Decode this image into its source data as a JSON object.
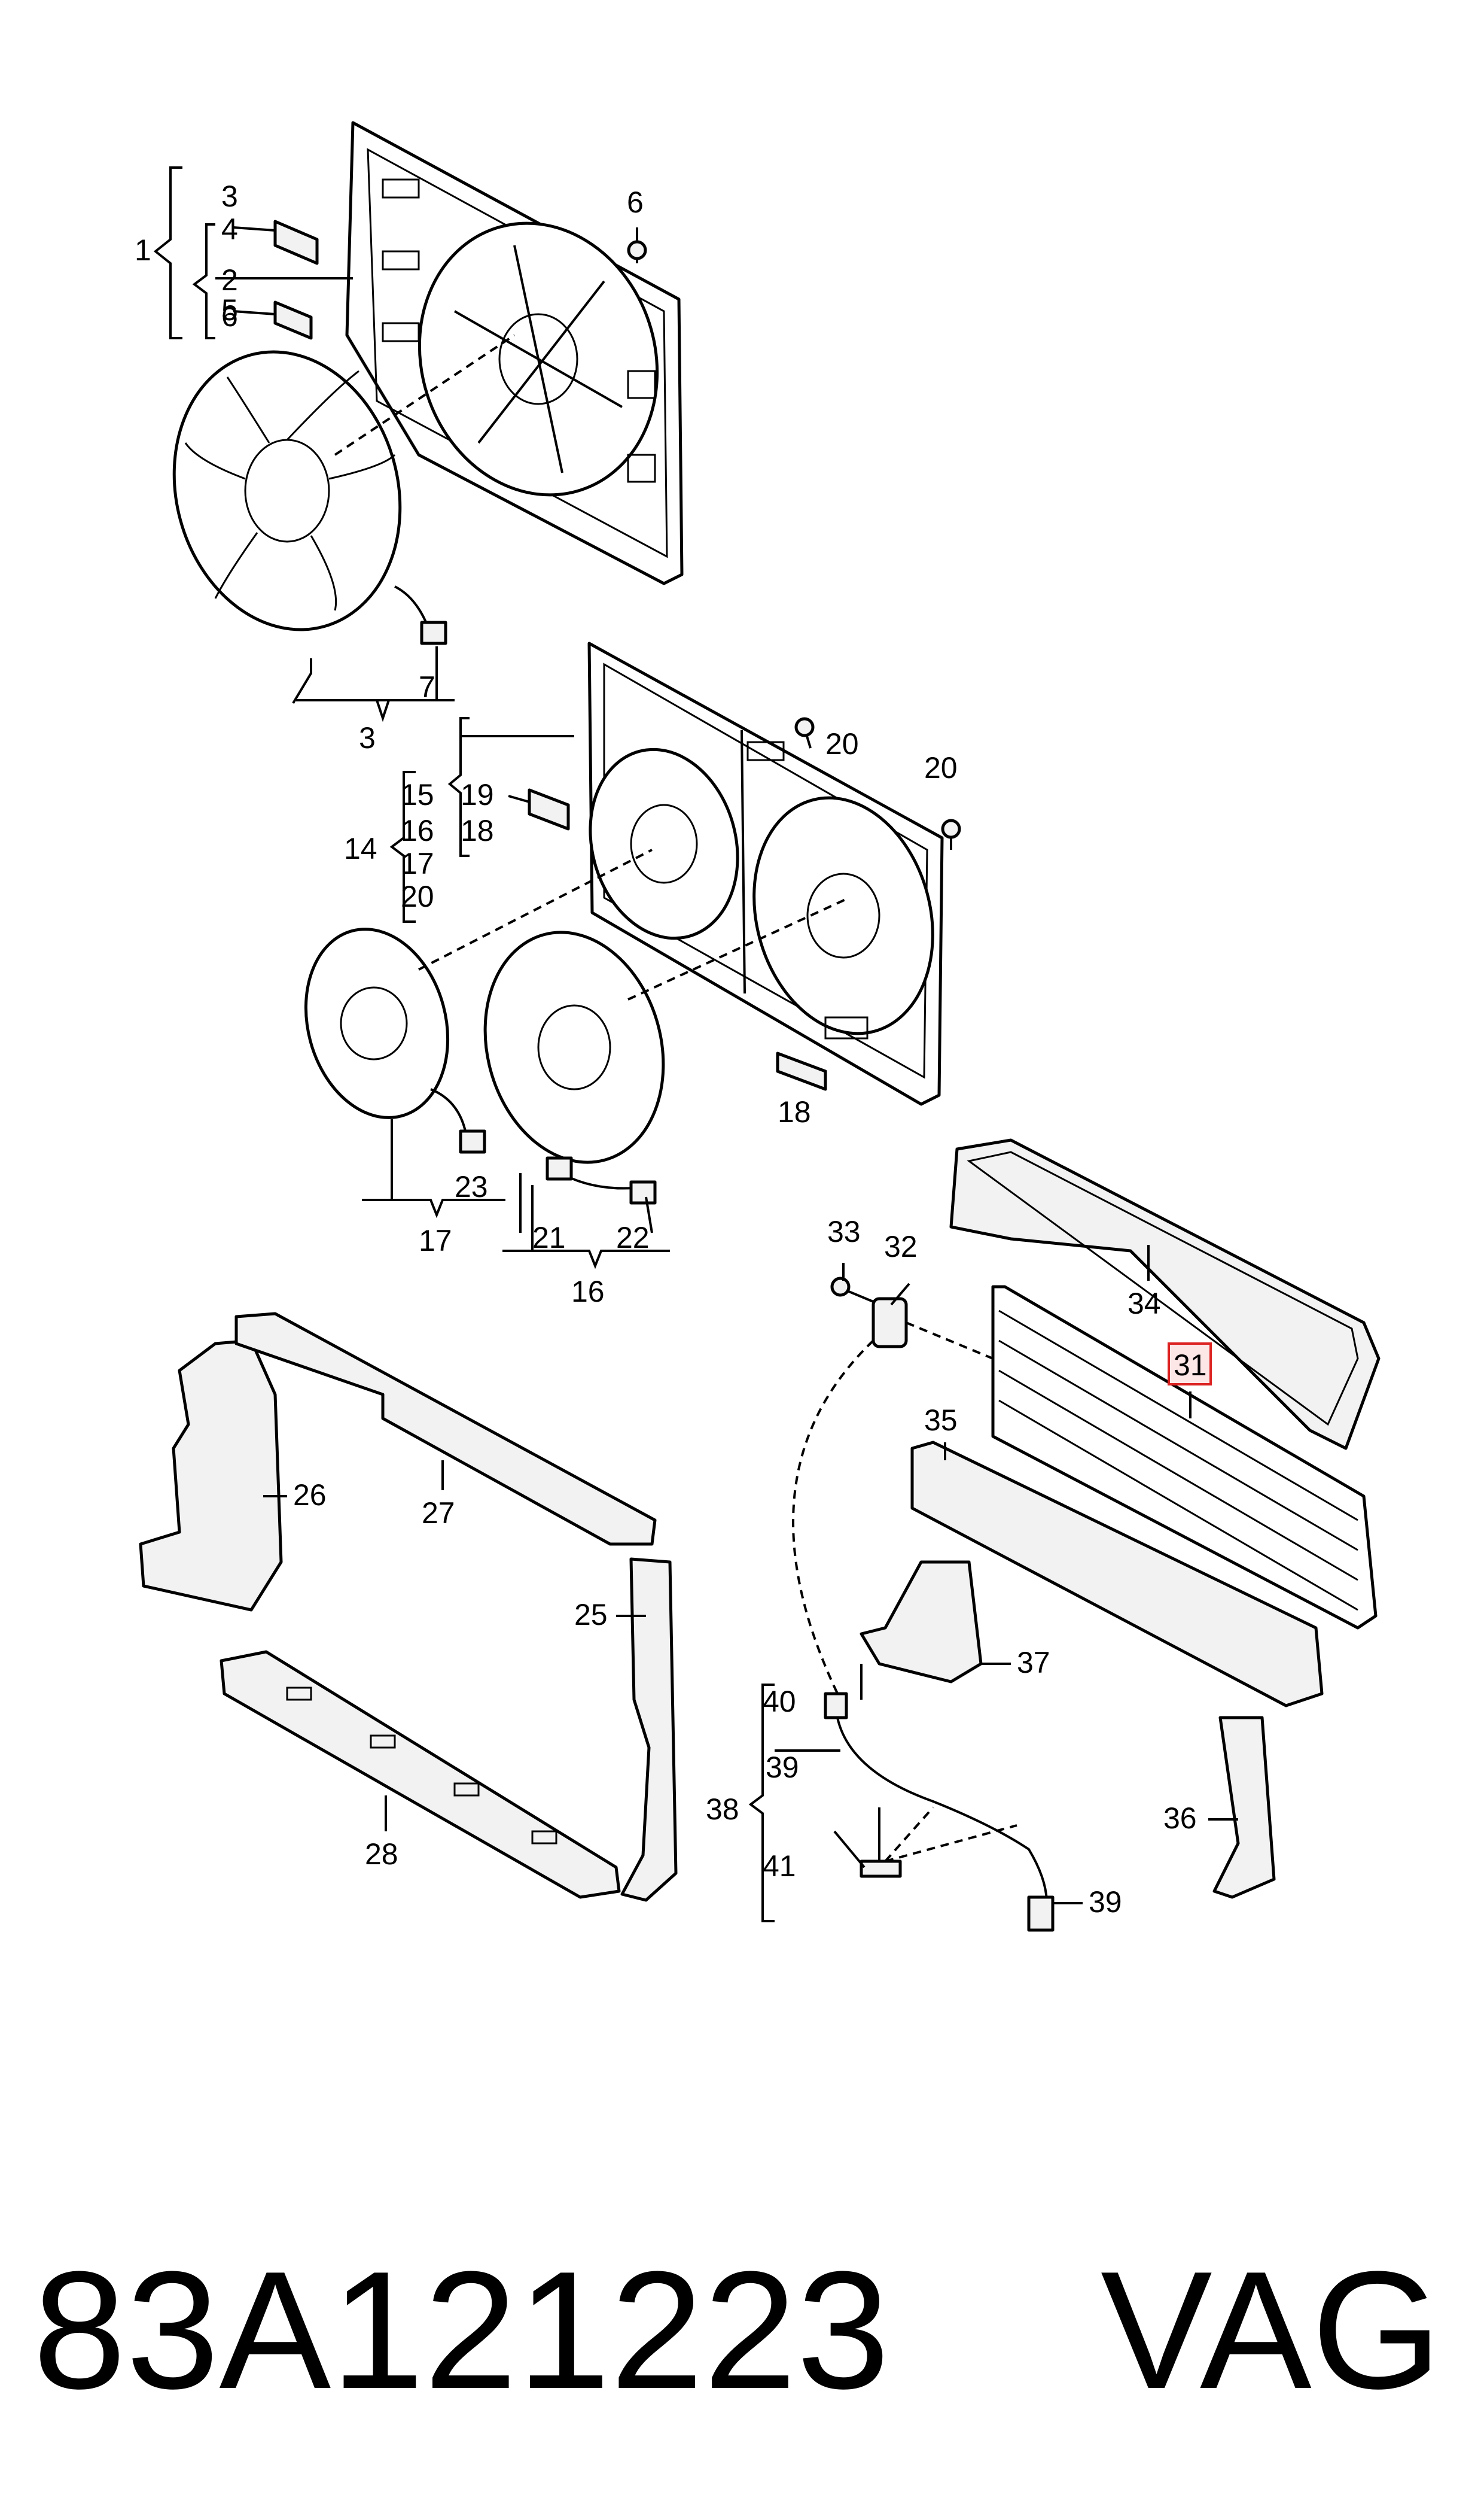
{
  "labels": {
    "l1": "1",
    "l2": "2",
    "l3a": "3",
    "l4": "4",
    "l5": "5",
    "l6a": "6",
    "l6b": "6",
    "l7": "7",
    "l3b": "3",
    "l14": "14",
    "l15": "15",
    "l16a": "16",
    "l17a": "17",
    "l20a": "20",
    "l19": "19",
    "l18a": "18",
    "l20b": "20",
    "l20c": "20",
    "l18b": "18",
    "l23": "23",
    "l17b": "17",
    "l21": "21",
    "l22": "22",
    "l16b": "16",
    "l33": "33",
    "l32": "32",
    "l34": "34",
    "l31": "31",
    "l35": "35",
    "l26": "26",
    "l27": "27",
    "l25": "25",
    "l28": "28",
    "l37": "37",
    "l40": "40",
    "l39a": "39",
    "l38": "38",
    "l41": "41",
    "l39b": "39",
    "l36": "36"
  },
  "footer": {
    "part_number": "83A121223",
    "brand": "VAG"
  },
  "highlight": {
    "label": "31",
    "color": "#d22222"
  }
}
